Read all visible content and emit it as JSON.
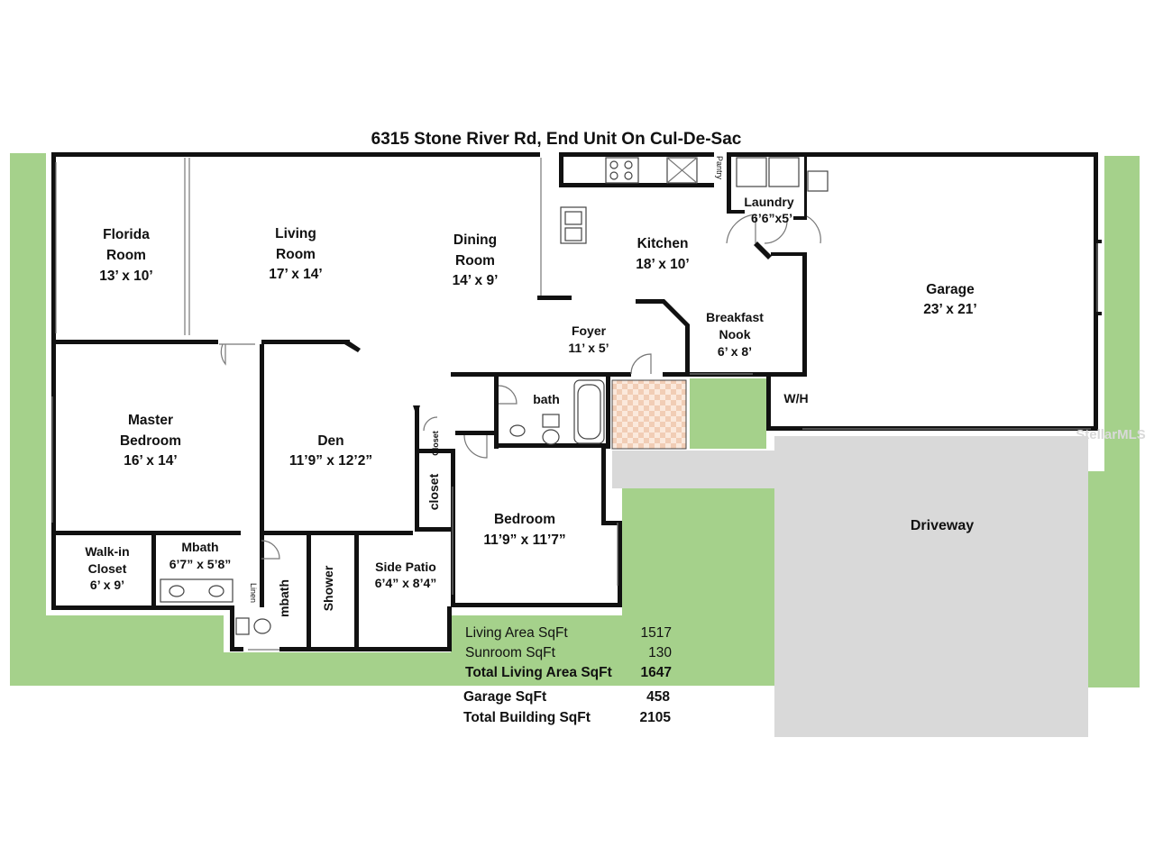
{
  "title": "6315 Stone River Rd, End Unit On Cul-De-Sac",
  "rooms": {
    "florida": {
      "name1": "Florida",
      "name2": "Room",
      "size": "13’ x 10’"
    },
    "living": {
      "name1": "Living",
      "name2": "Room",
      "size": "17’ x 14’"
    },
    "dining": {
      "name1": "Dining",
      "name2": "Room",
      "size": "14’ x 9’"
    },
    "kitchen": {
      "name": "Kitchen",
      "size": "18’ x 10’"
    },
    "laundry": {
      "name": "Laundry",
      "size": "6’6”x5’"
    },
    "garage": {
      "name": "Garage",
      "size": "23’ x 21’"
    },
    "foyer": {
      "name": "Foyer",
      "size": "11’ x 5’"
    },
    "breakfast": {
      "name1": "Breakfast",
      "name2": "Nook",
      "size": "6’ x 8’"
    },
    "master": {
      "name1": "Master",
      "name2": "Bedroom",
      "size": "16’ x 14’"
    },
    "den": {
      "name": "Den",
      "size": "11’9” x 12’2”"
    },
    "bath": {
      "name": "bath"
    },
    "closet_small": {
      "name": "Closet"
    },
    "closet": {
      "name": "closet"
    },
    "bedroom": {
      "name": "Bedroom",
      "size": "11’9” x 11’7”"
    },
    "walkin": {
      "name1": "Walk-in",
      "name2": "Closet",
      "size": "6’ x 9’"
    },
    "mbath_vanity": {
      "name": "Mbath",
      "size": "6’7” x 5’8”"
    },
    "mbath": {
      "name": "mbath"
    },
    "shower": {
      "name": "Shower"
    },
    "side_patio": {
      "name": "Side Patio",
      "size": "6’4” x 8’4”"
    },
    "wh": {
      "name": "W/H"
    },
    "linen": {
      "name": "Linen"
    },
    "pantry": {
      "name": "Pantry"
    },
    "driveway": {
      "name": "Driveway"
    }
  },
  "stats": [
    {
      "label": "Living Area SqFt",
      "value": "1517"
    },
    {
      "label": "Sunroom SqFt",
      "value": "130"
    },
    {
      "label": "Total Living Area SqFt",
      "value": "1647"
    },
    {
      "label": "Garage SqFt",
      "value": "458"
    },
    {
      "label": "Total Building SqFt",
      "value": "2105"
    }
  ],
  "watermark": "StellarMLS",
  "colors": {
    "lawn": "#a5d18b",
    "driveway": "#d9d9d9",
    "wall": "#111111",
    "tile": "#f2d7c4"
  }
}
